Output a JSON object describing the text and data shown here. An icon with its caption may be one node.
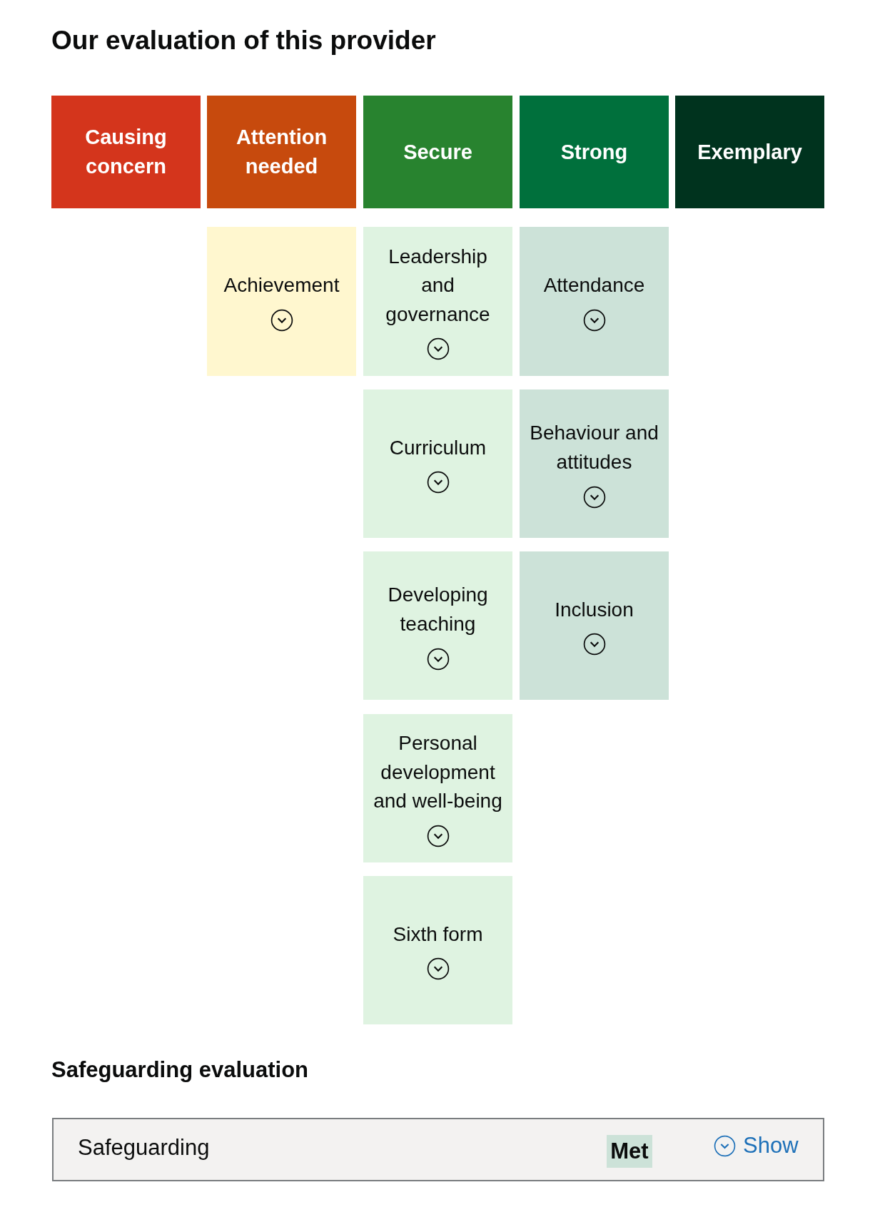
{
  "diagram": {
    "title": "Our evaluation of this provider",
    "nodes": [
      {
        "text": [
          "Causing concern"
        ]
      },
      {
        "text": [
          "Attention needed"
        ]
      },
      {
        "text": [
          "Secure"
        ]
      },
      {
        "text": [
          "Strong"
        ]
      },
      {
        "text": [
          "Exemplary"
        ]
      },
      {
        "text": [
          "Achievement"
        ]
      },
      {
        "text": [
          "Leadership and governance"
        ]
      },
      {
        "text": [
          "Attendance"
        ]
      },
      {
        "text": [
          "Curriculum"
        ]
      },
      {
        "text": [
          "Behaviour and attitudes"
        ]
      },
      {
        "text": [
          "Developing teaching"
        ]
      },
      {
        "text": [
          "Inclusion"
        ]
      },
      {
        "text": [
          "Personal development and well-being"
        ]
      },
      {
        "text": [
          "Sixth form"
        ]
      },
      {
        "text": [
          "Safeguarding"
        ]
      },
      {
        "text": [
          "Met"
        ],
        "in": 14
      }
    ],
    "edges": [],
    "labels": [
      "Safeguarding evaluation",
      "Show"
    ]
  }
}
